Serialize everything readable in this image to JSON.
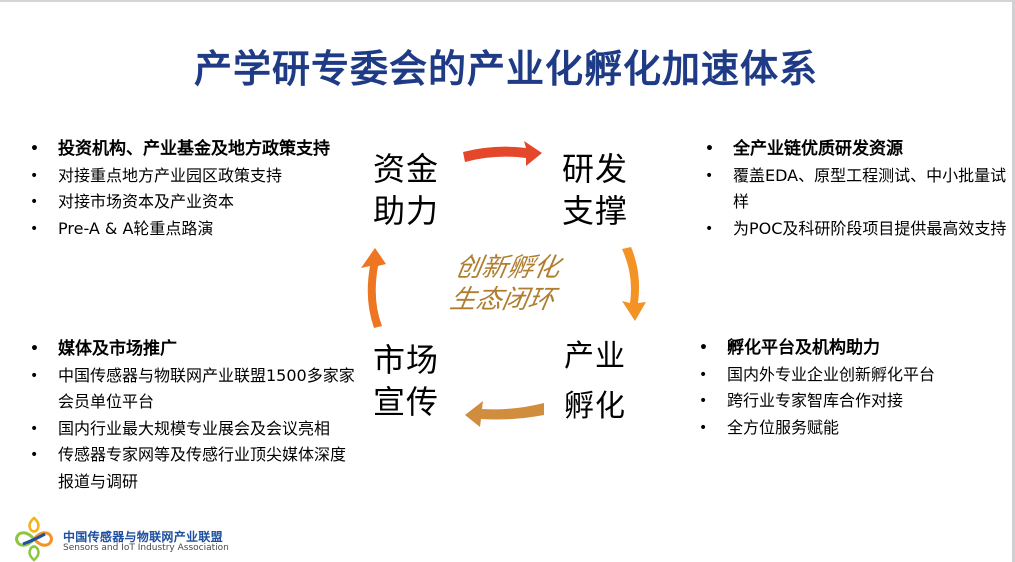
{
  "title": "产学研专委会的产业化孵化加速体系",
  "colors": {
    "title": "#1f3b85",
    "arrow_top": "#e4472a",
    "arrow_right": "#f39325",
    "arrow_bottom": "#d08d3e",
    "arrow_left": "#ee7622",
    "center_text": "#b07d2f"
  },
  "cycle": {
    "center": {
      "line1": "创新孵化",
      "line2": "生态闭环"
    },
    "nodes": {
      "top_left": {
        "line1": "资金",
        "line2": "助力"
      },
      "top_right": {
        "line1": "研发",
        "line2": "支撑"
      },
      "bottom_right": {
        "line1": "产业",
        "line2": "孵化"
      },
      "bottom_left": {
        "line1": "市场",
        "line2": "宣传"
      }
    }
  },
  "blocks": {
    "top_left": {
      "heading": "投资机构、产业基金及地方政策支持",
      "items": [
        "对接重点地方产业园区政策支持",
        "对接市场资本及产业资本",
        "Pre-A & A轮重点路演"
      ]
    },
    "top_right": {
      "heading": "全产业链优质研发资源",
      "items": [
        "覆盖EDA、原型工程测试、中小批量试样",
        "为POC及科研阶段项目提供最高效支持"
      ]
    },
    "bottom_left": {
      "heading": "媒体及市场推广",
      "items": [
        "中国传感器与物联网产业联盟1500多家家会员单位平台",
        "国内行业最大规模专业展会及会议亮相",
        "传感器专家网等及传感行业顶尖媒体深度报道与调研"
      ]
    },
    "bottom_right": {
      "heading": "孵化平台及机构助力",
      "items": [
        "国内外专业企业创新孵化平台",
        "跨行业专家智库合作对接",
        "全方位服务赋能"
      ]
    }
  },
  "logo": {
    "name_cn": "中国传感器与物联网产业联盟",
    "name_en": "Sensors and IoT Industry Association"
  }
}
